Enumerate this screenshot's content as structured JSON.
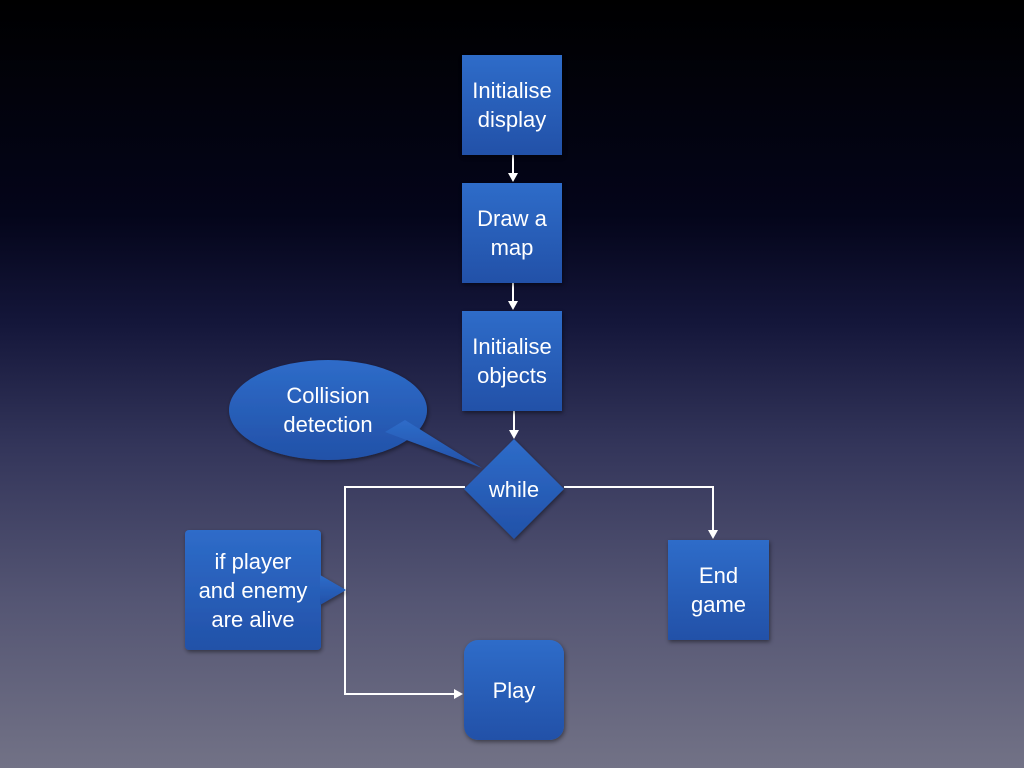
{
  "flowchart": {
    "nodes": {
      "init_display": "Initialise\ndisplay",
      "draw_map": "Draw a\nmap",
      "init_objects": "Initialise\nobjects",
      "while": "while",
      "end_game": "End\ngame",
      "play": "Play"
    },
    "callouts": {
      "collision": "Collision\ndetection",
      "condition": "if player\nand enemy\nare alive"
    },
    "colors": {
      "node_top": "#2e6cc9",
      "node_bottom": "#2251a8",
      "connector": "#ffffff",
      "text": "#ffffff"
    }
  }
}
